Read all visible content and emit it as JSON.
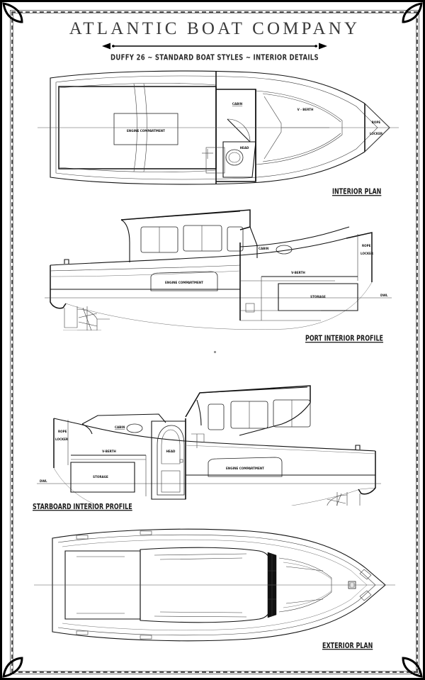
{
  "document": {
    "company_title": "ATLANTIC BOAT COMPANY",
    "subtitle": "DUFFY 26 ~ STANDARD BOAT STYLES ~ INTERIOR DETAILS",
    "sheet_width": 600,
    "sheet_height": 959,
    "ink_color": "#111111",
    "paper_color": "#ffffff",
    "border_color": "#4a4a4a"
  },
  "views": [
    {
      "id": "interior-plan",
      "caption": "INTERIOR PLAN",
      "labels": [
        {
          "text": "ENGINE COMPARTMENT"
        },
        {
          "text": "CABIN"
        },
        {
          "text": "HEAD"
        },
        {
          "text": "V - BERTH"
        },
        {
          "text": "ROPE"
        },
        {
          "text": "LOCKER"
        }
      ]
    },
    {
      "id": "port-interior-profile",
      "caption": "PORT INTERIOR PROFILE",
      "labels": [
        {
          "text": "ENGINE COMPARTMENT"
        },
        {
          "text": "CABIN"
        },
        {
          "text": "V-BERTH"
        },
        {
          "text": "STORAGE"
        },
        {
          "text": "ROPE"
        },
        {
          "text": "LOCKER"
        },
        {
          "text": "DWL"
        }
      ]
    },
    {
      "id": "starboard-interior-profile",
      "caption": "STARBOARD INTERIOR PROFILE",
      "labels": [
        {
          "text": "ROPE"
        },
        {
          "text": "LOCKER"
        },
        {
          "text": "CABIN"
        },
        {
          "text": "V-BERTH"
        },
        {
          "text": "HEAD"
        },
        {
          "text": "STORAGE"
        },
        {
          "text": "DWL"
        },
        {
          "text": "ENGINE COMPARTMENT"
        }
      ]
    },
    {
      "id": "exterior-plan",
      "caption": "EXTERIOR PLAN",
      "labels": []
    }
  ],
  "labels": {
    "engine_compartment": "ENGINE COMPARTMENT",
    "cabin": "CABIN",
    "head": "HEAD",
    "v_berth_plan": "V - BERTH",
    "v_berth": "V-BERTH",
    "rope": "ROPE",
    "locker": "LOCKER",
    "storage": "STORAGE",
    "dwl": "DWL"
  },
  "captions": {
    "interior_plan": "INTERIOR PLAN",
    "port_profile": "PORT INTERIOR PROFILE",
    "starboard_profile": "STARBOARD INTERIOR PROFILE",
    "exterior_plan": "EXTERIOR PLAN"
  }
}
